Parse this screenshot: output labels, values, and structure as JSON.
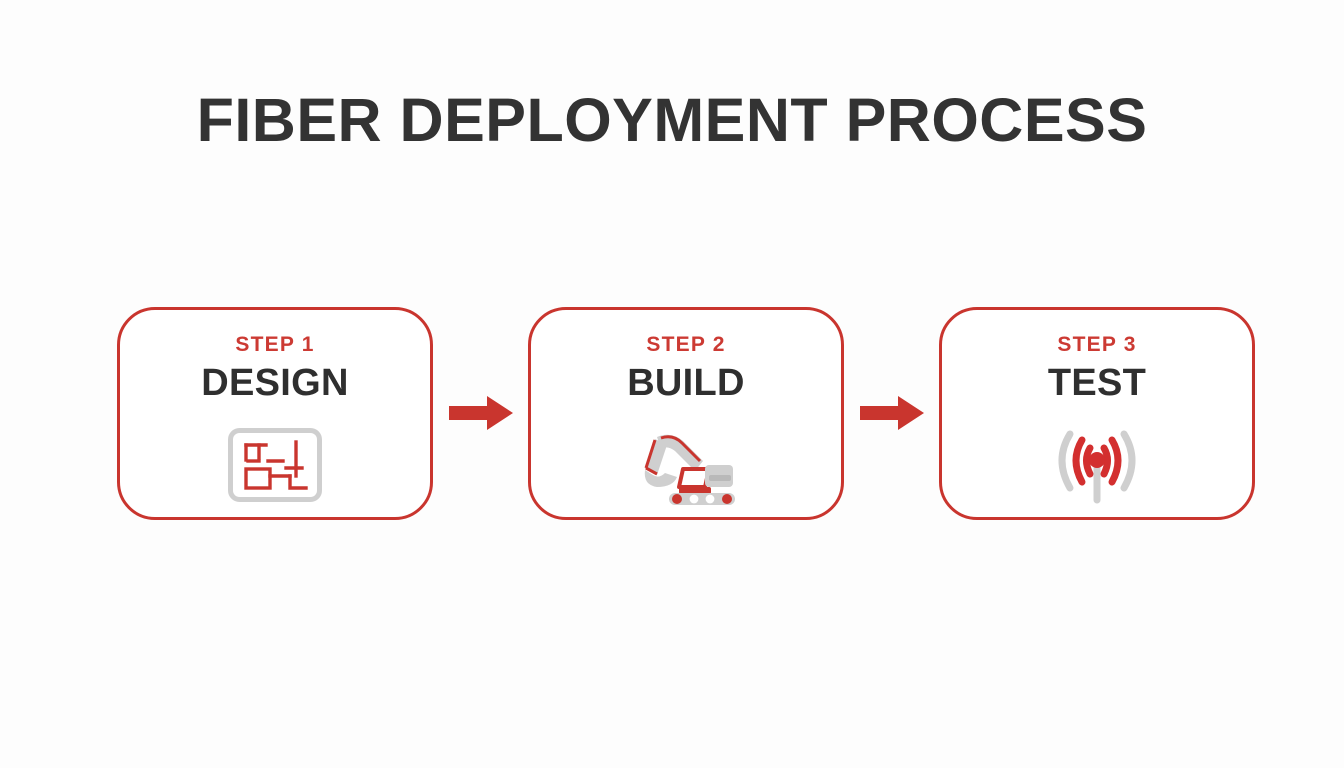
{
  "slide": {
    "title": "FIBER DEPLOYMENT PROCESS",
    "background_color": "#fdfdfd",
    "accent_color": "#c9352e",
    "text_color": "#2f2f2f",
    "gray_color": "#cfcfcf"
  },
  "steps": [
    {
      "label": "STEP 1",
      "name": "DESIGN",
      "icon": "blueprint-icon"
    },
    {
      "label": "STEP 2",
      "name": "BUILD",
      "icon": "excavator-icon"
    },
    {
      "label": "STEP 3",
      "name": "TEST",
      "icon": "signal-waves-icon"
    }
  ],
  "connectors": [
    {
      "icon": "arrow-right-icon"
    },
    {
      "icon": "arrow-right-icon"
    }
  ]
}
